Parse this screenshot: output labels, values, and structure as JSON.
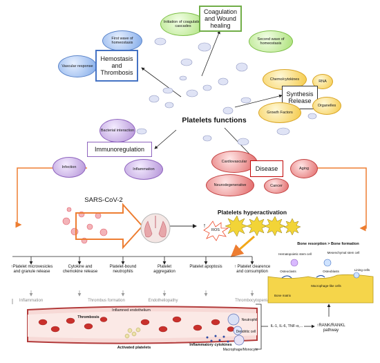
{
  "center": {
    "title": "Platelets functions"
  },
  "hemostasis": {
    "title": "Hemostasis and Thrombosis",
    "items": [
      "First wave of homeostasis",
      "Vascular response"
    ]
  },
  "coagulation": {
    "title": "Coagulation and Wound healing",
    "items": [
      "Initiation of coagulation cascades",
      "Second wave of homeostasis"
    ]
  },
  "synthesis": {
    "title": "Synthesis Release",
    "items": [
      "Chemo/cytokines",
      "RNA",
      "Organelles",
      "Growth Factors"
    ]
  },
  "immuno": {
    "title": "Immunoregulation",
    "items": [
      "Bacterial interaction",
      "Infection",
      "Inflammation"
    ]
  },
  "disease": {
    "title": "Disease",
    "items": [
      "Cardiovascular",
      "Aging",
      "Neurodegenerative",
      "Cancer"
    ]
  },
  "covid": {
    "label": "SARS-CoV-2"
  },
  "hyper": {
    "title": "Platelets hyperactivation",
    "ros": "ROS"
  },
  "outcomes": [
    {
      "label": "↑Platelet microvesicles and granule release",
      "effect": "Inflammation"
    },
    {
      "label": "Cytokine and chemokine release",
      "effect": ""
    },
    {
      "label": "Platelet-bound neutrophils",
      "effect": "Thrombus formation"
    },
    {
      "label": "Platelet aggregation",
      "effect": "Endotheliopathy"
    },
    {
      "label": "Platelet apoptosis",
      "effect": ""
    },
    {
      "label": "↑ Platelet clearence and consumption",
      "effect": "Thrombocytopenia"
    }
  ],
  "vessel": {
    "endothelium": "Inflamned endothelium",
    "thrombosis": "Thrombosis",
    "activated": "Activated platelets",
    "cytokines": "Inflammatory cytokines",
    "neutrophil": "Neutrophil",
    "dendritic": "Dendritic cell",
    "macrophage": "Macrophage/Monocyte"
  },
  "interleukins": "IL-1, IL-6, TNF-α,...",
  "rank": "↑RANK/RANKL pathway",
  "bone": {
    "title": "Bone resorption > Bone formation",
    "hsc": "Hematopoietic stem cell",
    "msc": "Mesenchymal stem cell",
    "lining": "Lining cells",
    "osteoclasts": "Osteoclasts",
    "osteoblasts": "Osteoblasts",
    "matrix": "Bone matrix",
    "macrophage": "Macrophage-like cells"
  },
  "colors": {
    "blue": "#4472c4",
    "green": "#70ad47",
    "yellow": "#f2b814",
    "purple": "#8e63be",
    "red": "#c00000",
    "orange": "#ed7d31"
  }
}
